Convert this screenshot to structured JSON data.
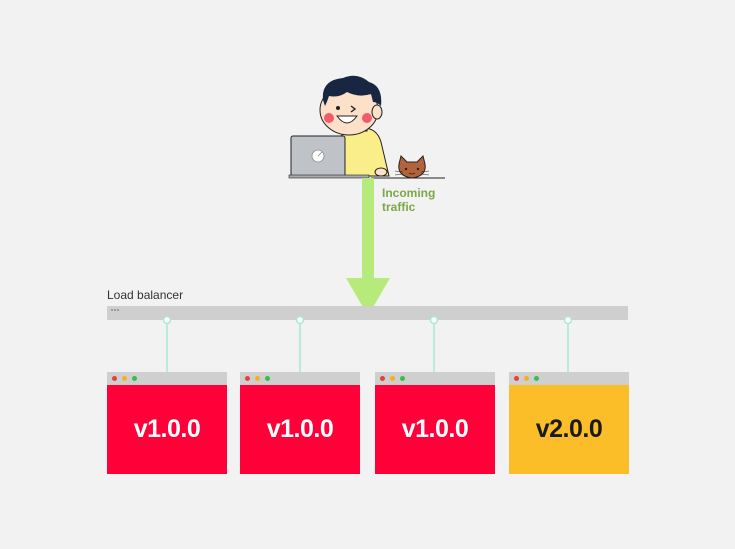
{
  "traffic": {
    "line1": "Incoming",
    "line2": "traffic",
    "color": "#7ba846",
    "arrow_color": "#b6eb7b"
  },
  "load_balancer": {
    "label": "Load balancer"
  },
  "servers": [
    {
      "version": "v1.0.0",
      "color": "#ff0038"
    },
    {
      "version": "v1.0.0",
      "color": "#ff0038"
    },
    {
      "version": "v1.0.0",
      "color": "#ff0038"
    },
    {
      "version": "v2.0.0",
      "color": "#fbbe29"
    }
  ],
  "window_dots": [
    "#e8403a",
    "#f5b020",
    "#34c04a"
  ],
  "connector_color": "#a8e8d2"
}
